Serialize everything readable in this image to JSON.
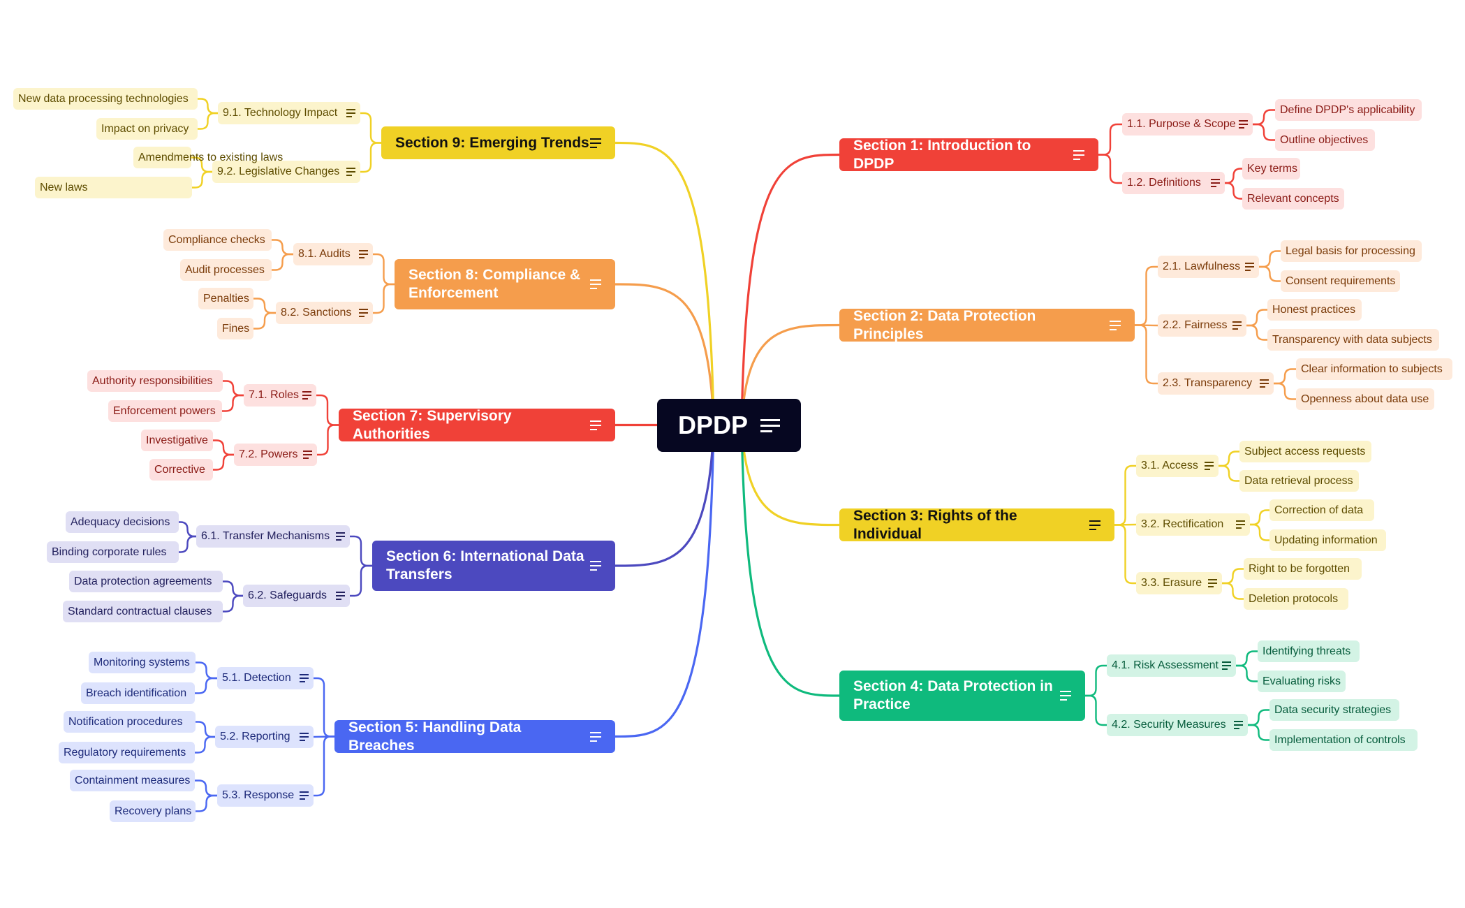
{
  "root": {
    "label": "DPDP"
  },
  "sections": [
    {
      "id": "s1",
      "label": "Section 1: Introduction to DPDP",
      "color": "#f04138",
      "light": "#fde0df",
      "text": "#8a1a15",
      "subs": [
        {
          "label": "1.1. Purpose & Scope",
          "leaves": [
            "Define DPDP's applicability",
            "Outline objectives"
          ]
        },
        {
          "label": "1.2. Definitions",
          "leaves": [
            "Key terms",
            "Relevant concepts"
          ]
        }
      ]
    },
    {
      "id": "s2",
      "label": "Section 2: Data Protection Principles",
      "color": "#f59d4c",
      "light": "#feeadb",
      "text": "#7a3a08",
      "subs": [
        {
          "label": "2.1. Lawfulness",
          "leaves": [
            "Legal basis for processing",
            "Consent requirements"
          ]
        },
        {
          "label": "2.2. Fairness",
          "leaves": [
            "Honest practices",
            "Transparency with data subjects"
          ]
        },
        {
          "label": "2.3. Transparency",
          "leaves": [
            "Clear information to subjects",
            "Openness about data use"
          ]
        }
      ]
    },
    {
      "id": "s3",
      "label": "Section 3: Rights of the Individual",
      "color": "#f0d125",
      "light": "#fcf4cc",
      "text": "#5e4d00",
      "subs": [
        {
          "label": "3.1. Access",
          "leaves": [
            "Subject access requests",
            "Data retrieval process"
          ]
        },
        {
          "label": "3.2. Rectification",
          "leaves": [
            "Correction of data",
            "Updating information"
          ]
        },
        {
          "label": "3.3. Erasure",
          "leaves": [
            "Right to be forgotten",
            "Deletion protocols"
          ]
        }
      ]
    },
    {
      "id": "s4",
      "label": "Section 4: Data Protection in Practice",
      "color": "#0fba7d",
      "light": "#d3f3e5",
      "text": "#065c3c",
      "subs": [
        {
          "label": "4.1. Risk Assessment",
          "leaves": [
            "Identifying threats",
            "Evaluating risks"
          ]
        },
        {
          "label": "4.2. Security Measures",
          "leaves": [
            "Data security strategies",
            "Implementation of controls"
          ]
        }
      ]
    },
    {
      "id": "s5",
      "label": "Section 5: Handling Data Breaches",
      "color": "#4a67f2",
      "light": "#dde3fd",
      "text": "#1d2a7a",
      "subs": [
        {
          "label": "5.1. Detection",
          "leaves": [
            "Monitoring systems",
            "Breach identification"
          ]
        },
        {
          "label": "5.2. Reporting",
          "leaves": [
            "Notification procedures",
            "Regulatory requirements"
          ]
        },
        {
          "label": "5.3. Response",
          "leaves": [
            "Containment measures",
            "Recovery plans"
          ]
        }
      ]
    },
    {
      "id": "s6",
      "label": "Section 6: International Data Transfers",
      "color": "#4c49bf",
      "light": "#e0dff4",
      "text": "#23215e",
      "subs": [
        {
          "label": "6.1. Transfer Mechanisms",
          "leaves": [
            "Adequacy decisions",
            "Binding corporate rules"
          ]
        },
        {
          "label": "6.2. Safeguards",
          "leaves": [
            "Data protection agreements",
            "Standard contractual clauses"
          ]
        }
      ]
    },
    {
      "id": "s7",
      "label": "Section 7: Supervisory Authorities",
      "color": "#f04138",
      "light": "#fde0df",
      "text": "#8a1a15",
      "subs": [
        {
          "label": "7.1. Roles",
          "leaves": [
            "Authority responsibilities",
            "Enforcement powers"
          ]
        },
        {
          "label": "7.2. Powers",
          "leaves": [
            "Investigative",
            "Corrective"
          ]
        }
      ]
    },
    {
      "id": "s8",
      "label": "Section 8: Compliance & Enforcement",
      "color": "#f59d4c",
      "light": "#feeadb",
      "text": "#7a3a08",
      "subs": [
        {
          "label": "8.1. Audits",
          "leaves": [
            "Compliance checks",
            "Audit processes"
          ]
        },
        {
          "label": "8.2. Sanctions",
          "leaves": [
            "Penalties",
            "Fines"
          ]
        }
      ]
    },
    {
      "id": "s9",
      "label": "Section 9: Emerging Trends",
      "color": "#f0d125",
      "light": "#fcf4cc",
      "text": "#5e4d00",
      "subs": [
        {
          "label": "9.1. Technology Impact",
          "leaves": [
            "New data processing technologies",
            "Impact on privacy"
          ]
        },
        {
          "label": "9.2. Legislative Changes",
          "leaves": [
            "New laws",
            "Amendments to existing laws"
          ]
        }
      ]
    }
  ]
}
